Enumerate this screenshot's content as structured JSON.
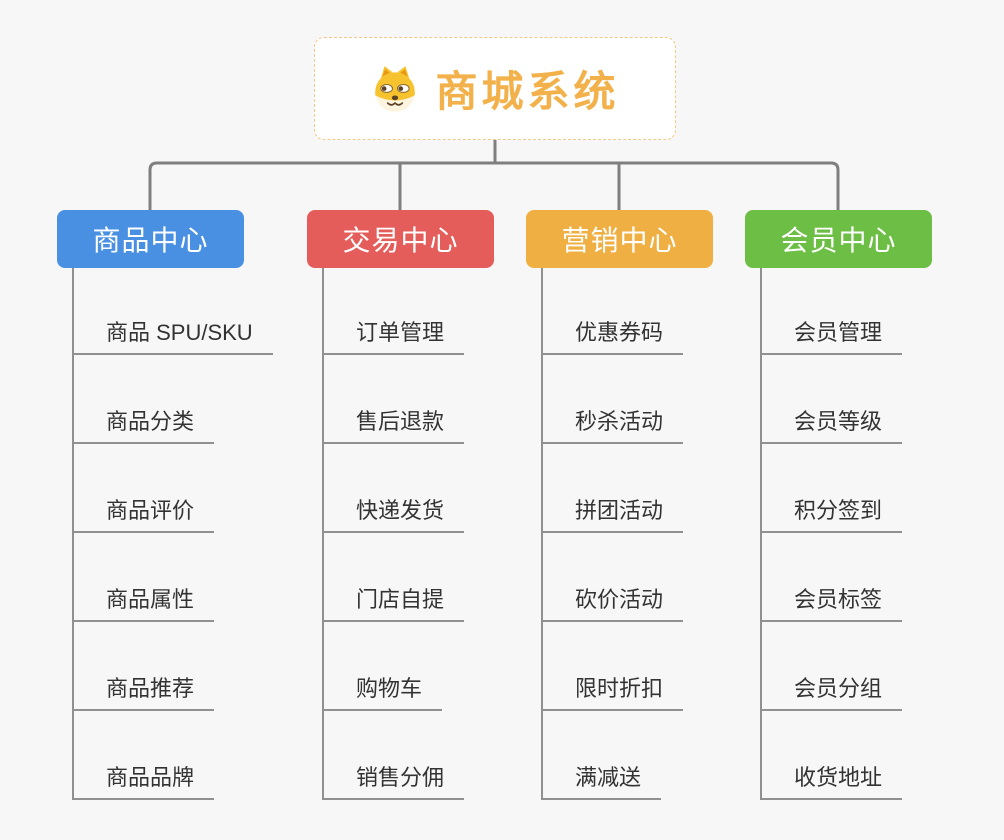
{
  "root": {
    "title": "商城系统",
    "icon": "dog-icon",
    "title_color": "#f2b14b",
    "border_color": "#f3c886"
  },
  "colors": {
    "background": "#f7f7f7",
    "connector": "#7f7f7f",
    "leaf_line": "#909090",
    "leaf_text": "#333333"
  },
  "branches": [
    {
      "label": "商品中心",
      "color": "#4a90e2",
      "items": [
        "商品 SPU/SKU",
        "商品分类",
        "商品评价",
        "商品属性",
        "商品推荐",
        "商品品牌"
      ]
    },
    {
      "label": "交易中心",
      "color": "#e45d5b",
      "items": [
        "订单管理",
        "售后退款",
        "快递发货",
        "门店自提",
        "购物车",
        "销售分佣"
      ]
    },
    {
      "label": "营销中心",
      "color": "#efaf42",
      "items": [
        "优惠券码",
        "秒杀活动",
        "拼团活动",
        "砍价活动",
        "限时折扣",
        "满减送"
      ]
    },
    {
      "label": "会员中心",
      "color": "#6dbe45",
      "items": [
        "会员管理",
        "会员等级",
        "积分签到",
        "会员标签",
        "会员分组",
        "收货地址"
      ]
    }
  ]
}
